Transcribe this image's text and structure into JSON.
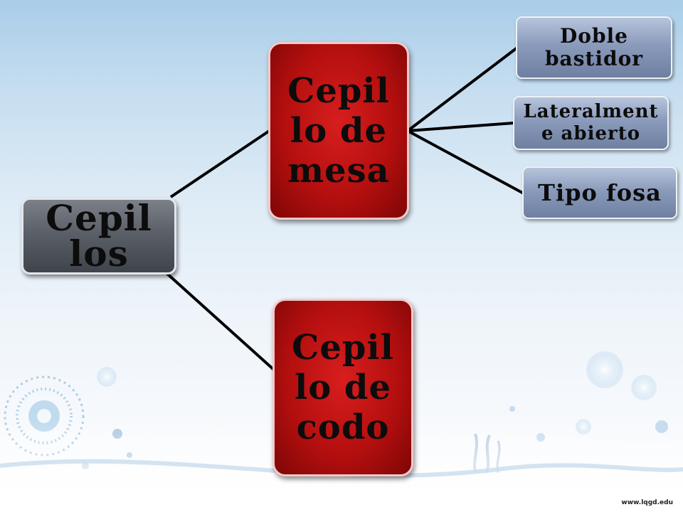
{
  "diagram": {
    "root": {
      "label": "Cepillos"
    },
    "mesa": {
      "label": "Cepillo de mesa"
    },
    "codo": {
      "label": "Cepillo de codo"
    },
    "doble": {
      "label": "Doble bastidor"
    },
    "lateral": {
      "label": "Lateralmente abierto"
    },
    "fosa": {
      "label": "Tipo fosa"
    }
  },
  "watermark": "www.lqgd.edu",
  "colors": {
    "root_fill": "#5b6068",
    "level1_fill": "#b50f0f",
    "level2_fill": "#8b9bbb",
    "connector": "#000000",
    "background_top": "#a9cde8",
    "background_bottom": "#ffffff"
  }
}
